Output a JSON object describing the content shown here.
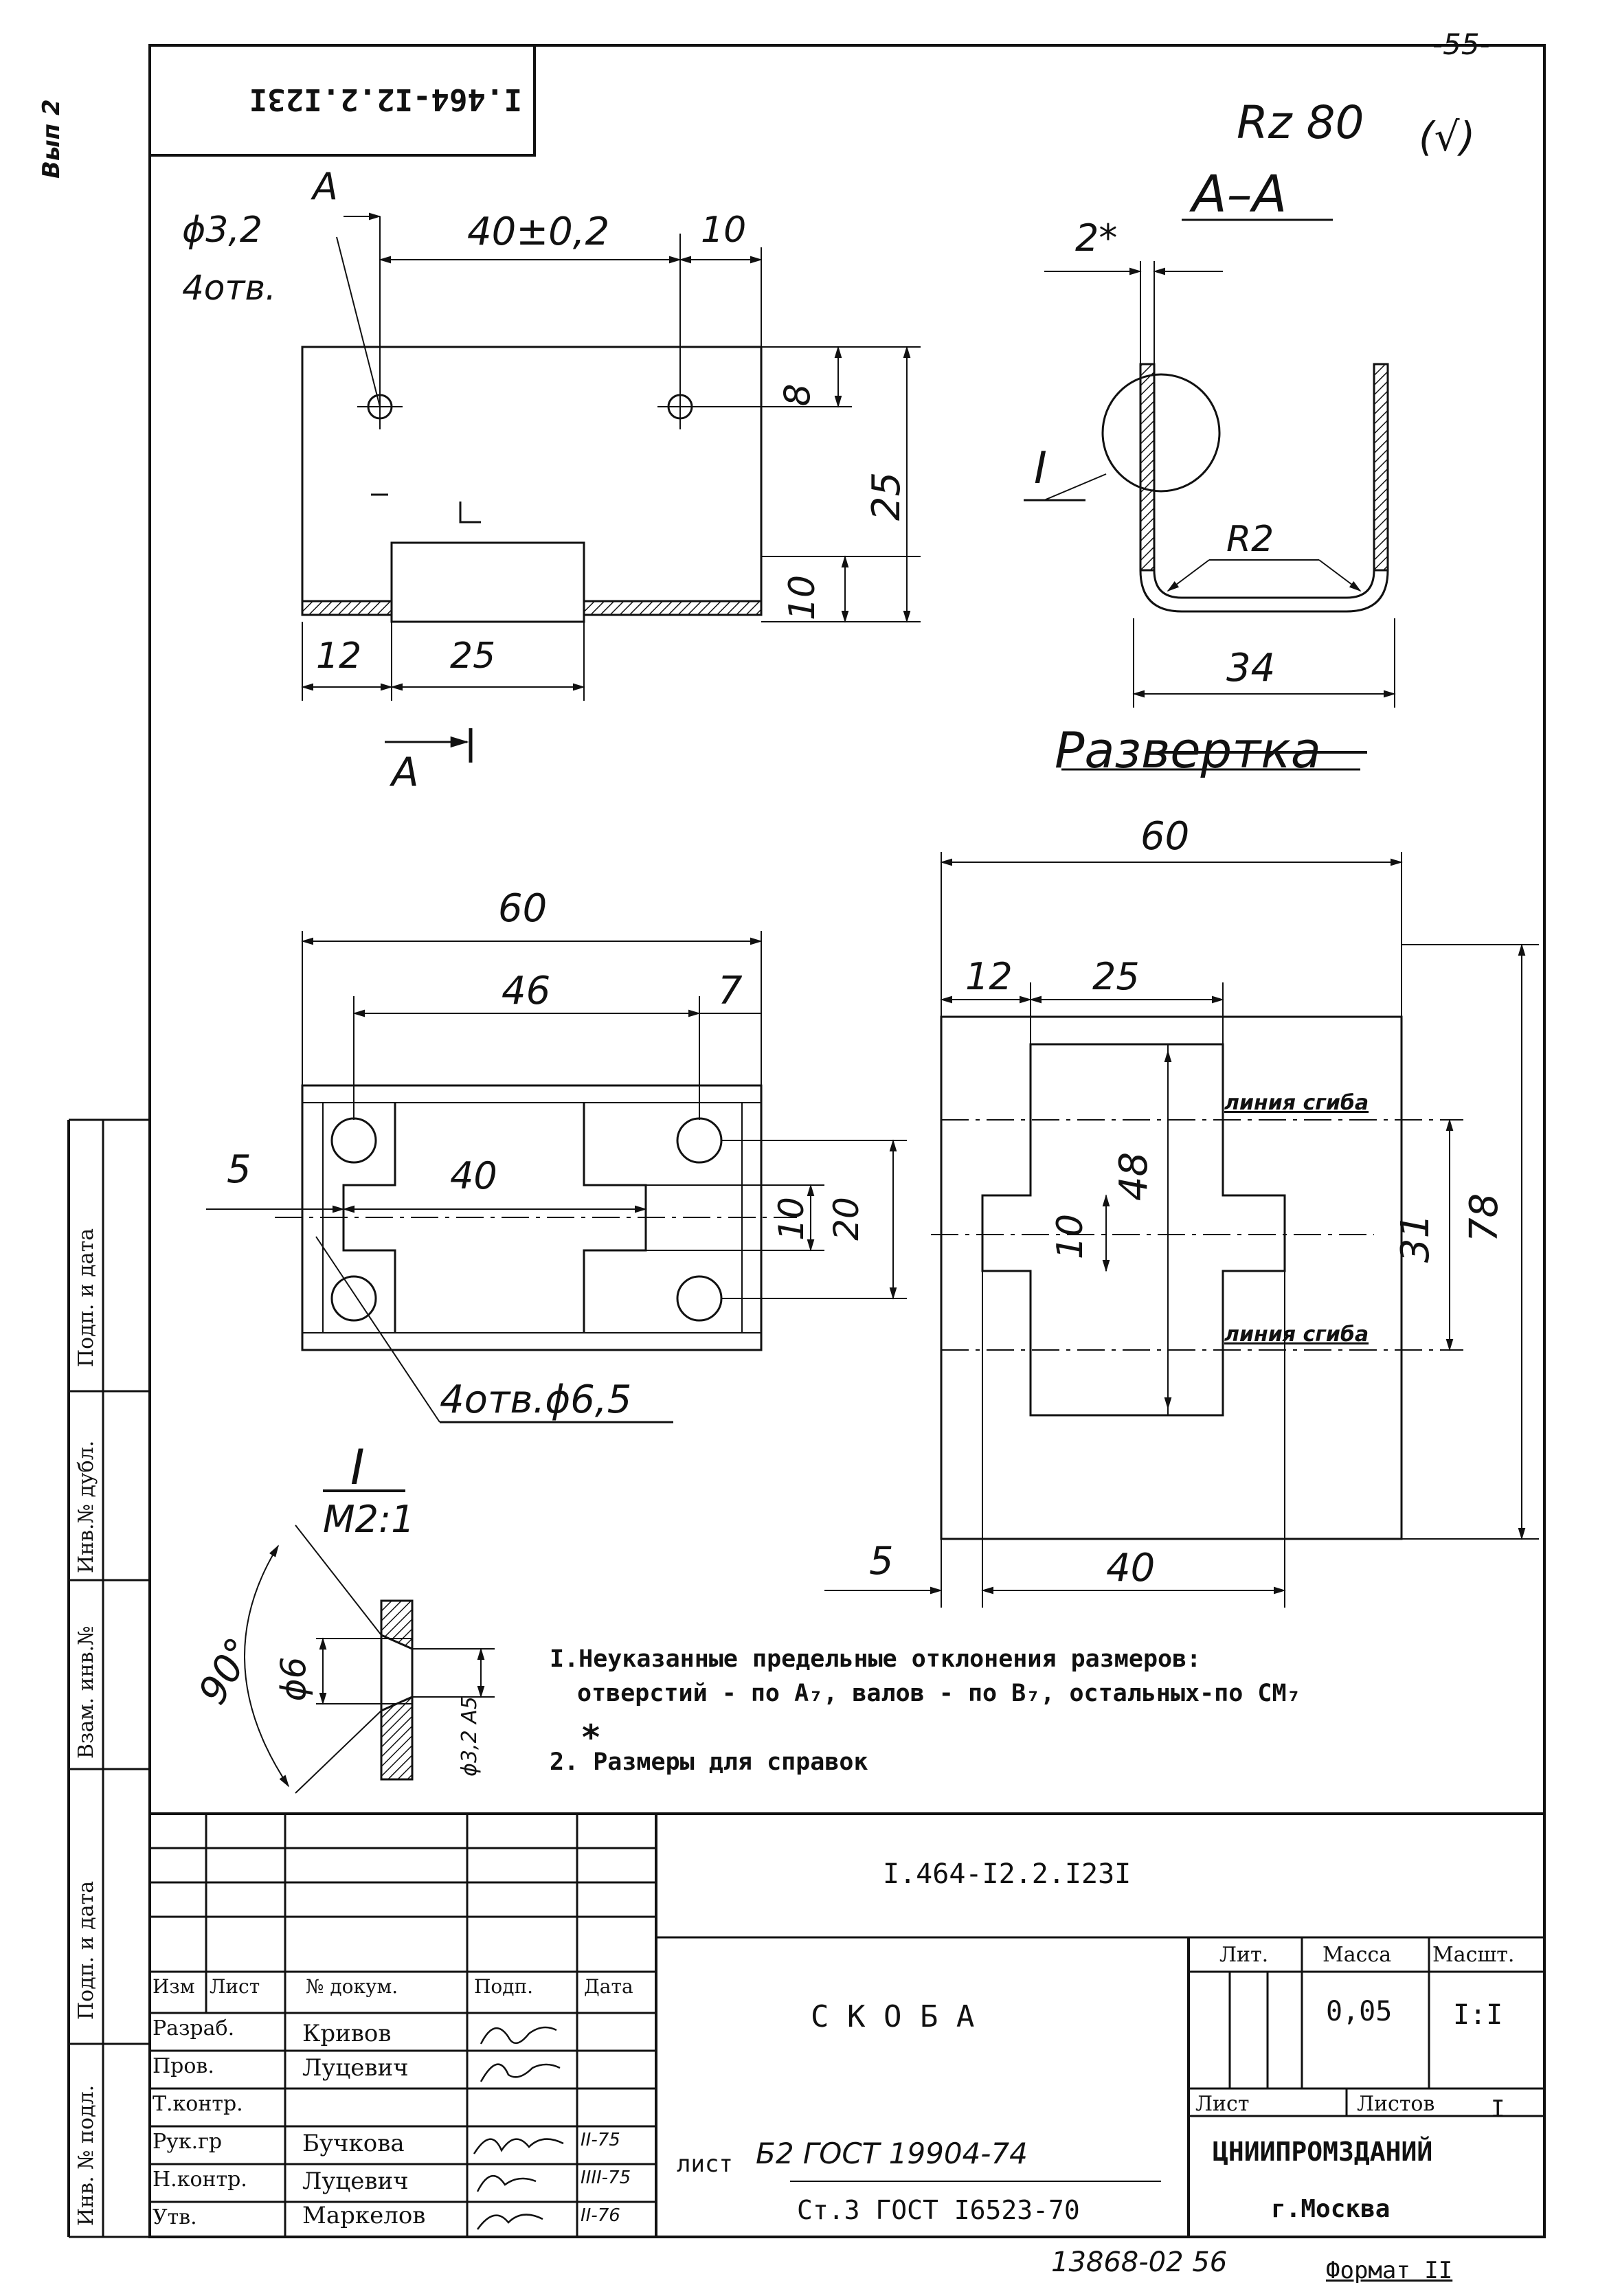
{
  "page_number": "-55-",
  "rotated_doc_code": "I.464-I2.2.I23I",
  "sheet_marker": "Вып 2",
  "roughness": "Rz 80",
  "roughness_note": "(√)",
  "section_label": "A–A",
  "section_mark": "A",
  "top_view": {
    "hole_callout": "ϕ3,2",
    "hole_count": "4отв.",
    "dim_span": "40±0,2",
    "dim_right": "10",
    "dim_hole_offset": "8",
    "dim_height": "25",
    "dim_lower": "10",
    "dim_left": "12",
    "dim_tab": "25"
  },
  "section_view": {
    "dim_thickness": "2*",
    "detail_ref": "I",
    "radius": "R2",
    "width": "34"
  },
  "plan_view": {
    "dim_total": "60",
    "dim_holes": "46",
    "dim_edge": "7",
    "dim_left_offset": "5",
    "dim_slot": "40",
    "dim_slot_h": "10",
    "dim_h20": "20",
    "holes_callout": "4отв.ϕ6,5"
  },
  "development": {
    "title": "Развертка",
    "dim_width": "60",
    "dim_12": "12",
    "dim_25": "25",
    "dim_48": "48",
    "dim_10": "10",
    "dim_31": "31",
    "dim_78": "78",
    "dim_5": "5",
    "dim_40": "40",
    "bend_line_1": "линия сгиба",
    "bend_line_2": "линия сгиба"
  },
  "detail": {
    "ref": "I",
    "scale": "M2:1",
    "angle": "90°",
    "dia": "ϕ6",
    "dia2": "ϕ3,2 A5"
  },
  "notes": {
    "note1_a": "I.Неуказанные предельные отклонения размеров:",
    "note1_b": "отверстий - по A₇, валов - по B₇, остальных-по CM₇",
    "note2_star": "*",
    "note2": "2. Размеры для справок"
  },
  "left_stamp": [
    "Подп. и дата",
    "Инв.№ дубл.",
    "Взам. инв.№",
    "Подп. и дата",
    "Инв. № подл."
  ],
  "title_block": {
    "doc_code": "I.464-I2.2.I23I",
    "name": "С К О Б А",
    "hdr_izm": "Изм",
    "hdr_list": "Лист",
    "hdr_doc": "№ докум.",
    "hdr_podp": "Подп.",
    "hdr_date": "Дата",
    "roles": [
      "Разраб.",
      "Пров.",
      "Т.контр.",
      "Рук.гр",
      "Н.контр.",
      "Утв."
    ],
    "names": [
      "Кривов",
      "Луцевич",
      "",
      "Бучкова",
      "Луцевич",
      "Маркелов"
    ],
    "dates": [
      "",
      "",
      "",
      "II-75",
      "IIII-75",
      "II-76"
    ],
    "lit_label": "Лит.",
    "mass_label": "Масса",
    "scale_label": "Масшт.",
    "mass": "0,05",
    "scale": "I:I",
    "sheet_label": "Лист",
    "sheets_label": "Листов",
    "sheets": "I",
    "material_prefix": "лист",
    "material_line1": "Б2 ГОСТ 19904-74",
    "material_line2": "Ст.3 ГОСТ I6523-70",
    "org": "ЦНИИПРОМЗДАНИЙ",
    "city": "г.Москва"
  },
  "footer_code": "13868-02 56",
  "format": "Формат II"
}
